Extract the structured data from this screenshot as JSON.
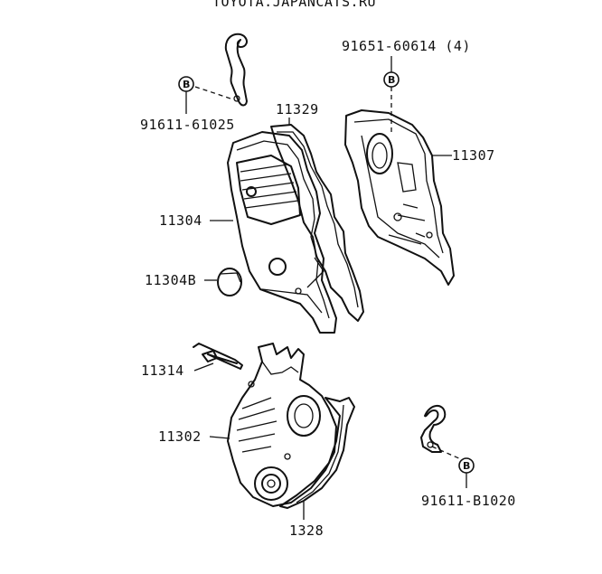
{
  "header": {
    "watermark": "TOYOTA.JAPANCATS.RU"
  },
  "callout_letter": "B",
  "labels": {
    "p91651": "91651-60614 (4)",
    "p91611a": "91611-61025",
    "p11329": "11329",
    "p11307": "11307",
    "p11304": "11304",
    "p11304b": "11304B",
    "p11314": "11314",
    "p11302": "11302",
    "p1328": "1328",
    "p91611b": "91611-B1020"
  }
}
